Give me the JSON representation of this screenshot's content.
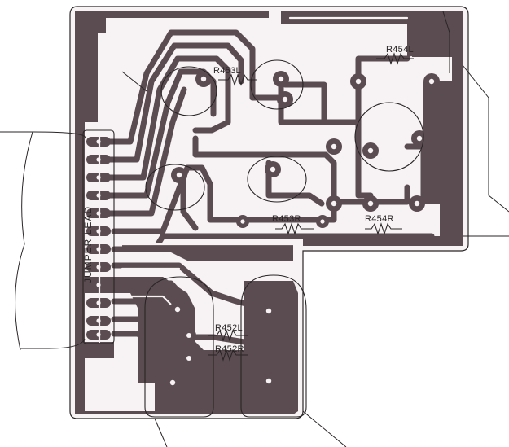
{
  "labels": {
    "r454l": "R454L",
    "r453l": "R453L",
    "r453r": "R453R",
    "r454r": "R454R",
    "r452l": "R452L",
    "r452r": "R452R",
    "jumper": "JUMPER LEAD"
  },
  "colors": {
    "copper": "#5a4c50",
    "board": "#f7f2f3",
    "ink": "#2a2526",
    "background": "#ffffff"
  }
}
